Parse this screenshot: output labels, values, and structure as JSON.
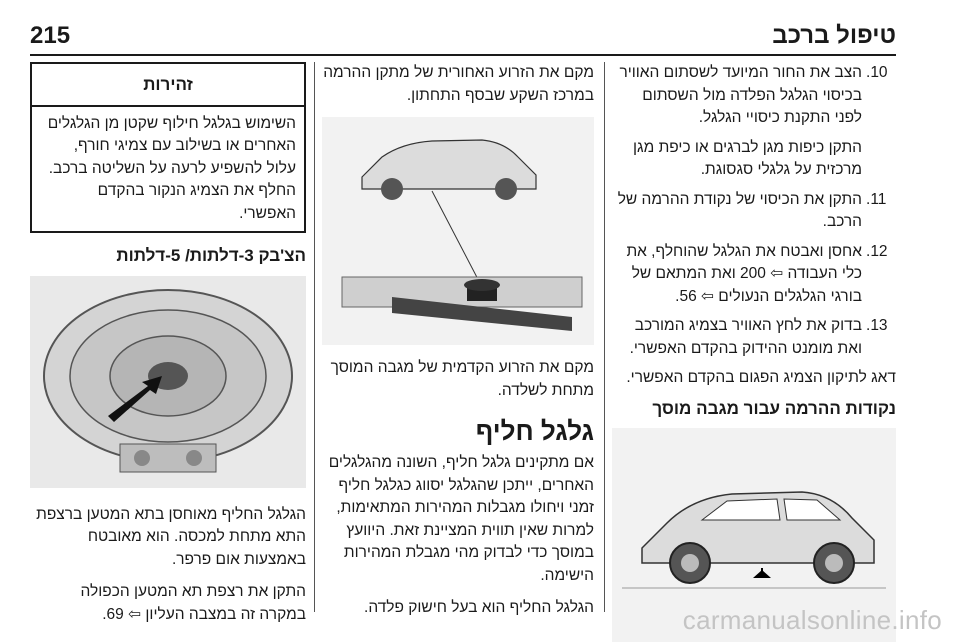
{
  "header": {
    "page_number": "215",
    "running_head": "טיפול ברכב"
  },
  "right_column": {
    "steps": [
      {
        "num": "10.",
        "text": "הצב את החור המיועד לשסתום האוויר בכיסוי הגלגל הפלדה מול השסתום לפני התקנת כיסויי הגלגל."
      },
      {
        "num": "",
        "text": "התקן כיפות מגן לברגים או כיפת מגן מרכזית על גלגלי סגסוגת."
      },
      {
        "num": "11.",
        "text": "התקן את הכיסוי של נקודת ההרמה של הרכב."
      },
      {
        "num": "12.",
        "text": "אחסן ואבטח את הגלגל שהוחלף, את כלי העבודה ⇦ 200 ואת המתאם של בורגי הגלגלים הנעולים ⇦ 56."
      },
      {
        "num": "13.",
        "text": "בדוק את לחץ האוויר בצמיג המורכב ואת מומנט ההידוק בהקדם האפשרי."
      }
    ],
    "note": "דאג לתיקון הצמיג הפגום בהקדם האפשרי.",
    "section_title": "נקודות ההרמה עבור מגבה מוסך"
  },
  "middle_column": {
    "top_text": "מקם את הזרוע האחורית של מתקן ההרמה במרכז השקע שבסף התחתון.",
    "caption": "מקם את הזרוע הקדמית של מגבה המוסך מתחת לשלדה.",
    "section_title": "גלגל חליף",
    "paragraph1": "אם מתקינים גלגל חליף, השונה מהגלגלים האחרים, ייתכן שהגלגל יסווג כגלגל חליף זמני ויחולו מגבלות המהירות המתאימות, למרות שאין תווית המציינת זאת. היוועץ במוסך כדי לבדוק מהי מגבלת המהירות הישימה.",
    "paragraph2": "הגלגל החליף הוא בעל חישוק פלדה."
  },
  "left_column": {
    "warning_title": "זהירות",
    "warning_text": "השימוש בגלגל חילוף שקטן מן הגלגלים האחרים או בשילוב עם צמיגי חורף, עלול להשפיע לרעה על השליטה ברכב. החלף את הצמיג הנקור בהקדם האפשרי.",
    "subheading": "הצ'בק 3-דלתות/ 5-דלתות",
    "paragraph1": "הגלגל החליף מאוחסן בתא המטען ברצפת התא מתחת למכסה. הוא מאובטח באמצעות אום פרפר.",
    "paragraph2": "התקן את רצפת תא המטען הכפולה במקרה זה במצבה העליון ⇦ 69."
  },
  "watermark": "carmanualsonline.info",
  "figure_icons": [
    "car-lift-illustration",
    "spare-wheel-illustration"
  ]
}
